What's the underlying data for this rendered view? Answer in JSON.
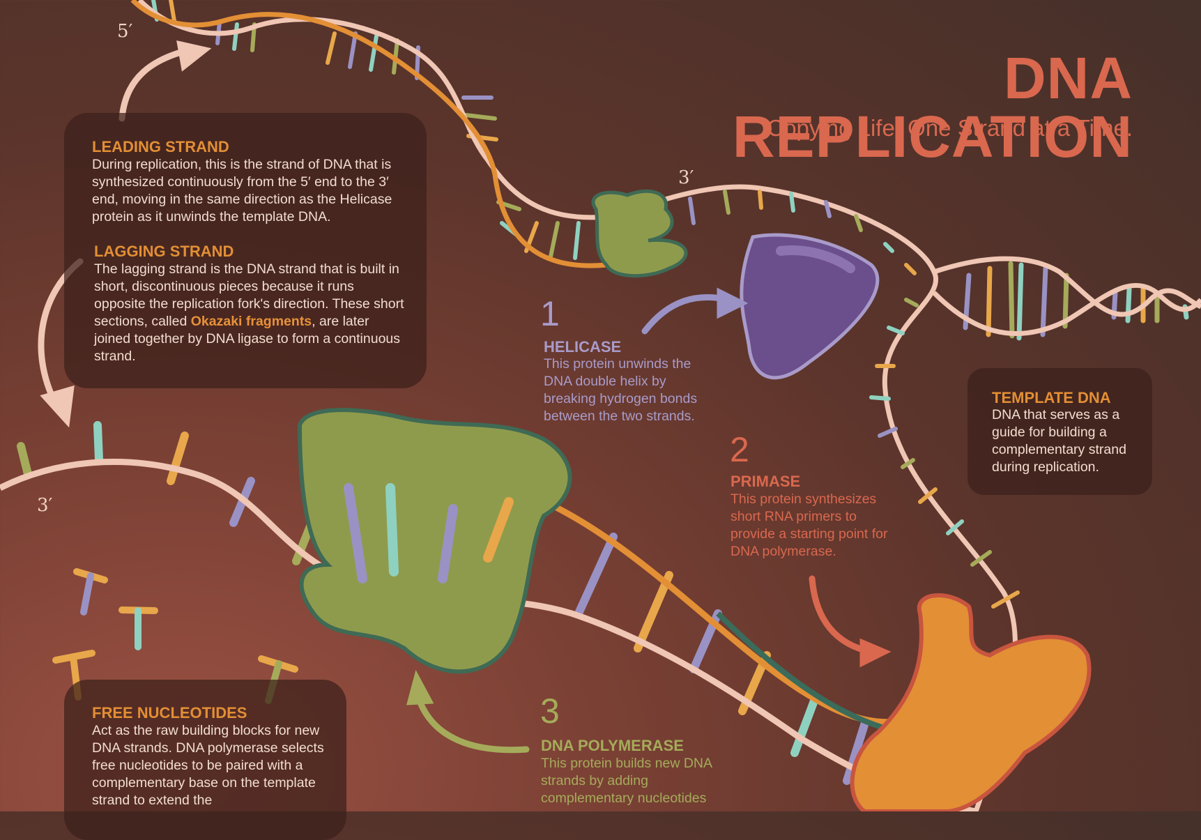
{
  "title": "DNA REPLICATION",
  "subtitle": "Copying Life, One Strand at a Time.",
  "end_labels": {
    "five_prime_top": "5′",
    "three_prime_mid": "3′",
    "three_prime_left": "3′"
  },
  "leading_strand": {
    "heading": "LEADING STRAND",
    "text": "During replication, this is the strand of DNA that is synthesized continuously from the 5′ end to the 3′ end, moving in the same direction as the Helicase protein as it unwinds the template DNA."
  },
  "lagging_strand": {
    "heading": "LAGGING STRAND",
    "text_before": "The lagging strand is the DNA strand that is built in short, discontinuous pieces because it runs opposite the replication fork's direction. These short sections, called ",
    "highlight": "Okazaki fragments",
    "text_after": ", are later joined together by DNA ligase to form a continuous strand."
  },
  "helicase": {
    "number": "1",
    "heading": "HELICASE",
    "text": "This protein unwinds the DNA double helix by breaking hydrogen bonds between the two strands."
  },
  "primase": {
    "number": "2",
    "heading": "PRIMASE",
    "text": "This protein synthesizes short RNA primers to provide a starting point for DNA polymerase."
  },
  "polymerase": {
    "number": "3",
    "heading": "DNA POLYMERASE",
    "text": "This protein builds new DNA strands by adding complementary nucleotides"
  },
  "template_dna": {
    "heading": "TEMPLATE DNA",
    "text": "DNA that serves as a guide for building a complementary strand during replication."
  },
  "free_nucleotides": {
    "heading": "FREE NUCLEOTIDES",
    "text": "Act as the raw building blocks for new DNA strands. DNA polymerase selects free nucleotides to be paired with a complementary base on the template strand to extend the"
  },
  "colors": {
    "background": "#5b342b",
    "title": "#d9684f",
    "orange": "#e38f35",
    "lavender": "#a99bc9",
    "olive": "#a5ab5a",
    "cream": "#f2ddd0"
  }
}
